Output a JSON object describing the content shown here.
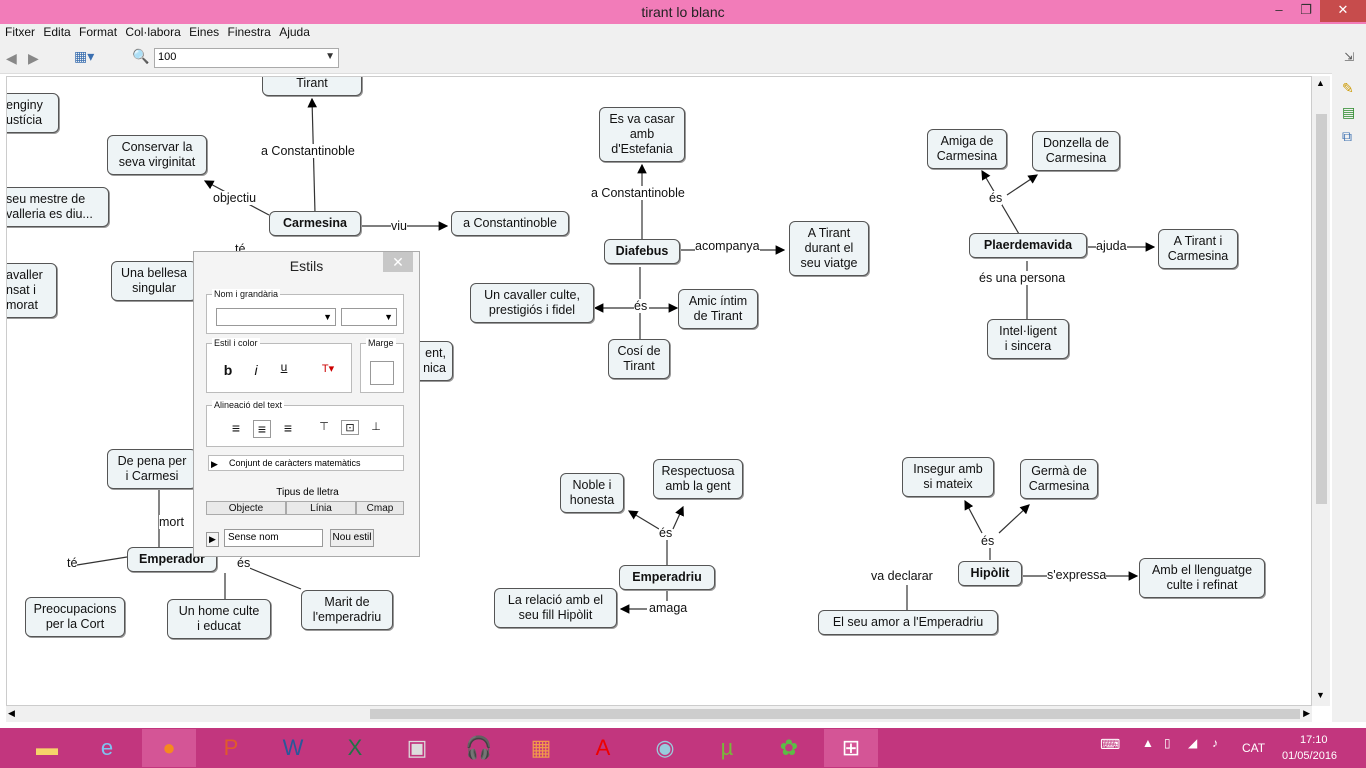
{
  "window": {
    "title": "tirant lo blanc",
    "minimize": "–",
    "maximize": "❐",
    "close": "✕"
  },
  "menu": [
    "Fitxer",
    "Edita",
    "Format",
    "Col·labora",
    "Eines",
    "Finestra",
    "Ajuda"
  ],
  "toolbar": {
    "zoom_value": "100"
  },
  "nodes": {
    "tirant": "Tirant",
    "enginy": "enginy\nustícia",
    "conservar": "Conservar la\nseva virginitat",
    "mestre": "seu mestre de\nvalleria es diu...",
    "carmesina": "Carmesina",
    "aconst1": "a Constantinoble",
    "cavaller": "avaller\nnsat i\nmorat",
    "bellesa": "Una bellesa\nsingular",
    "ent": "ent,\nnica",
    "depena": "De pena per\ni Carmesi",
    "emperador": "Emperador",
    "preocupacions": "Preocupacions\nper la Cort",
    "homeculte": "Un home culte\ni educat",
    "marit": "Marit de\nl'emperadriu",
    "esvacasar": "Es va casar\namb\nd'Estefania",
    "diafebus": "Diafebus",
    "atirant": "A Tirant\ndurant el\nseu viatge",
    "cavallerculte": "Un cavaller culte,\nprestigiós i fidel",
    "amic": "Amic íntim\nde Tirant",
    "cosi": "Cosí de\nTirant",
    "amiga": "Amiga de\nCarmesina",
    "donzella": "Donzella de\nCarmesina",
    "plaerdemavida": "Plaerdemavida",
    "atirantcarm": "A Tirant i\nCarmesina",
    "intelligent": "Intel·ligent\ni sincera",
    "noble": "Noble i\nhonesta",
    "respectuosa": "Respectuosa\namb la gent",
    "emperadriu": "Emperadriu",
    "relacio": "La relació amb el\nseu fill Hipòlit",
    "insegur": "Insegur amb\nsi mateix",
    "germa": "Germà de\nCarmesina",
    "hipolit": "Hipòlit",
    "llenguatge": "Amb el llenguatge\nculte i refinat",
    "seuamor": "El seu amor a l'Emperadriu"
  },
  "links": {
    "aconst_top": "a Constantinoble",
    "objectiu": "objectiu",
    "viu": "viu",
    "te1": "té",
    "mort": "mort",
    "te2": "té",
    "es1": "és",
    "aconst_dia": "a Constantinoble",
    "acompanya": "acompanya",
    "es2": "és",
    "es3": "és",
    "ajuda": "ajuda",
    "esunapersona": "és una persona",
    "es4": "és",
    "amaga": "amaga",
    "es5": "és",
    "vadeclarar": "va declarar",
    "sexpressa": "s'expressa"
  },
  "dialog": {
    "title": "Estils",
    "close": "✕",
    "group_name": "Nom i grandària",
    "group_style": "Estil i color",
    "group_margin": "Marge",
    "group_align": "Alineació del text",
    "bold": "b",
    "italic": "i",
    "underline": "u",
    "math": "Conjunt de caràcters matemàtics",
    "font_type": "Tipus de lletra",
    "tabs": [
      "Objecte",
      "Línia",
      "Cmap"
    ],
    "style_name": "Sense nom",
    "new_style": "Nou estil"
  },
  "taskbar": {
    "lang": "CAT",
    "time": "17:10",
    "date": "01/05/2016"
  }
}
